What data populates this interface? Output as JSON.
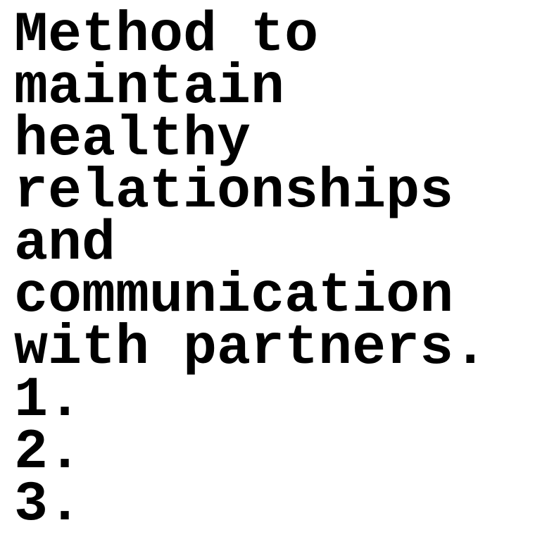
{
  "document": {
    "heading_lines": [
      "Method to",
      "maintain",
      "healthy",
      "relationships",
      "and",
      "communication",
      "with partners."
    ],
    "list_items": [
      "1.",
      "2.",
      "3."
    ]
  }
}
